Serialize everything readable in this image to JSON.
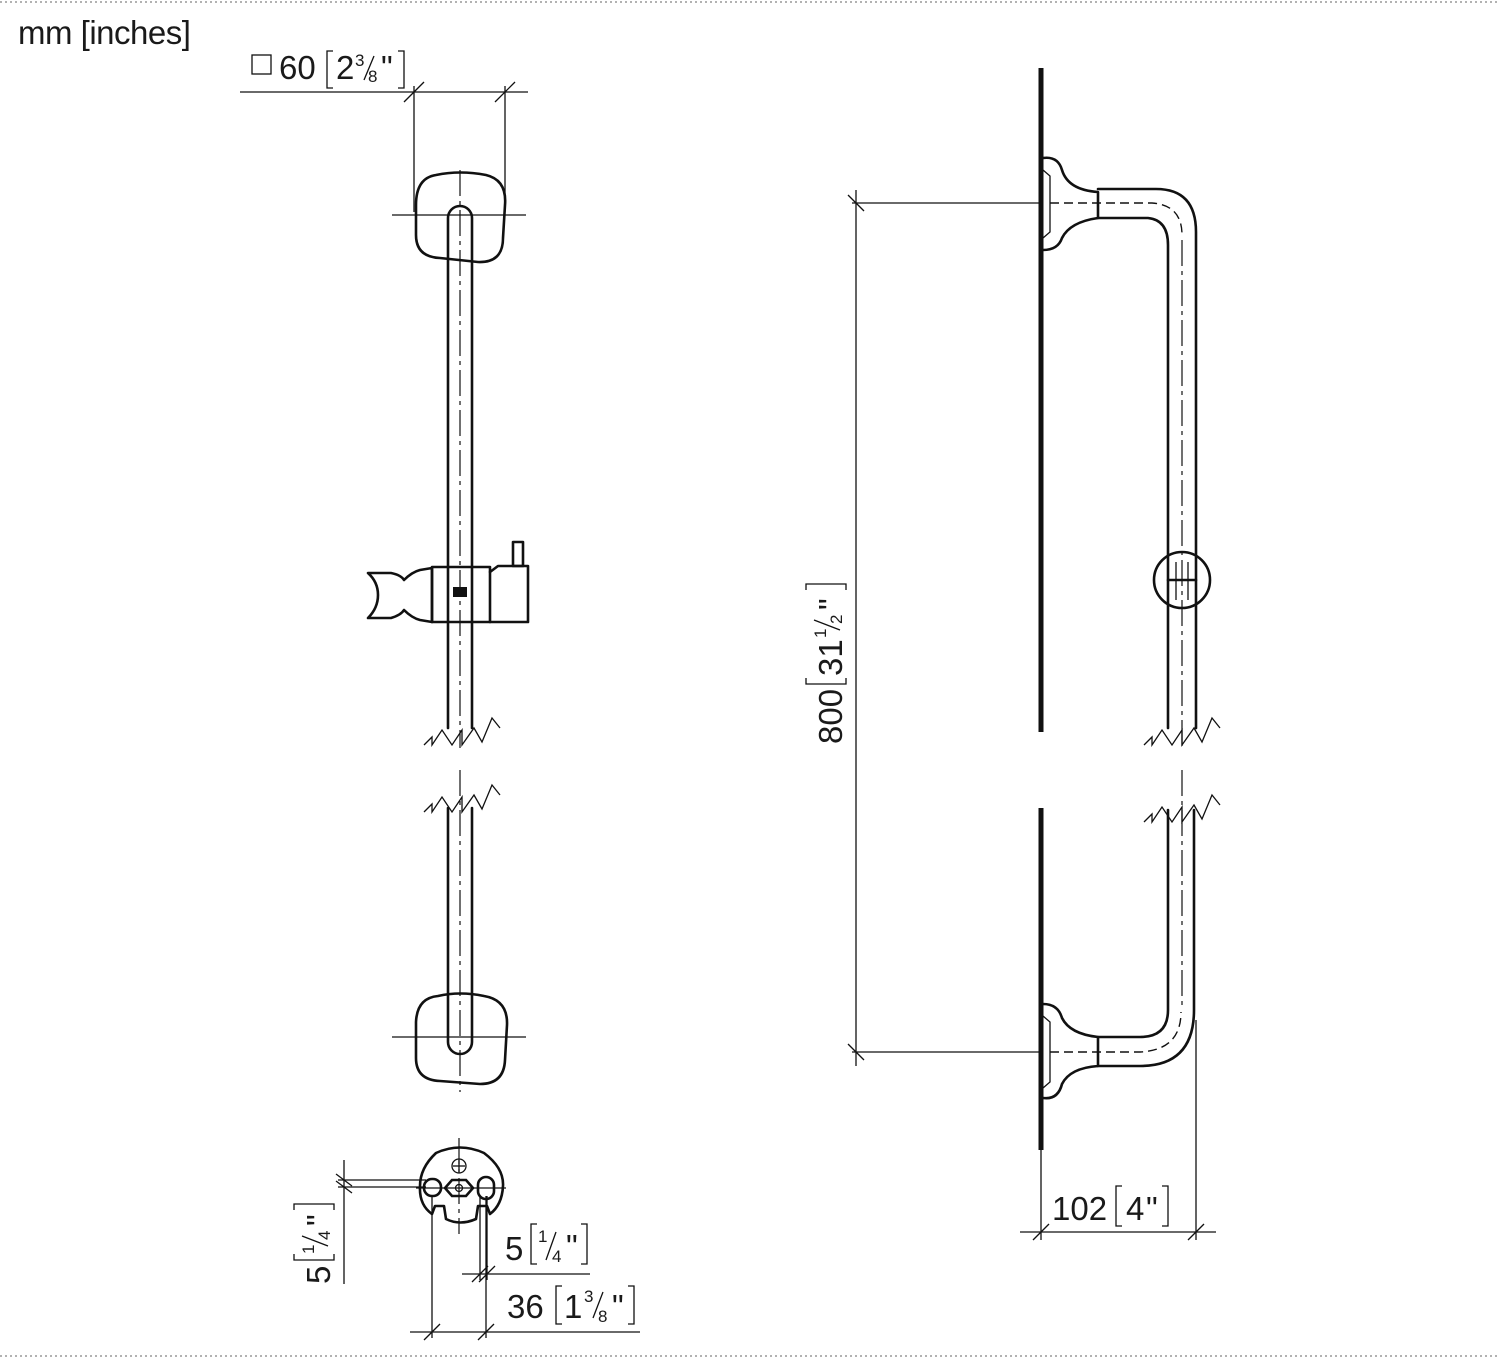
{
  "units_label": "mm [inches]",
  "dimensions": {
    "flange_square": {
      "mm": "60",
      "inch_whole": "2",
      "inch_num": "3",
      "inch_den": "8"
    },
    "bar_length": {
      "mm": "800",
      "inch_whole": "31",
      "inch_num": "1",
      "inch_den": "2"
    },
    "wall_projection": {
      "mm": "102",
      "inch_whole": "4",
      "inch_num": "",
      "inch_den": ""
    },
    "slot_offset_vertical": {
      "mm": "5",
      "inch_whole": "",
      "inch_num": "1",
      "inch_den": "4"
    },
    "slot_offset_horizontal": {
      "mm": "5",
      "inch_whole": "",
      "inch_num": "1",
      "inch_den": "4"
    },
    "mount_spacing": {
      "mm": "36",
      "inch_whole": "1",
      "inch_num": "3",
      "inch_den": "8"
    }
  },
  "colors": {
    "line": "#111111",
    "background": "#ffffff"
  }
}
